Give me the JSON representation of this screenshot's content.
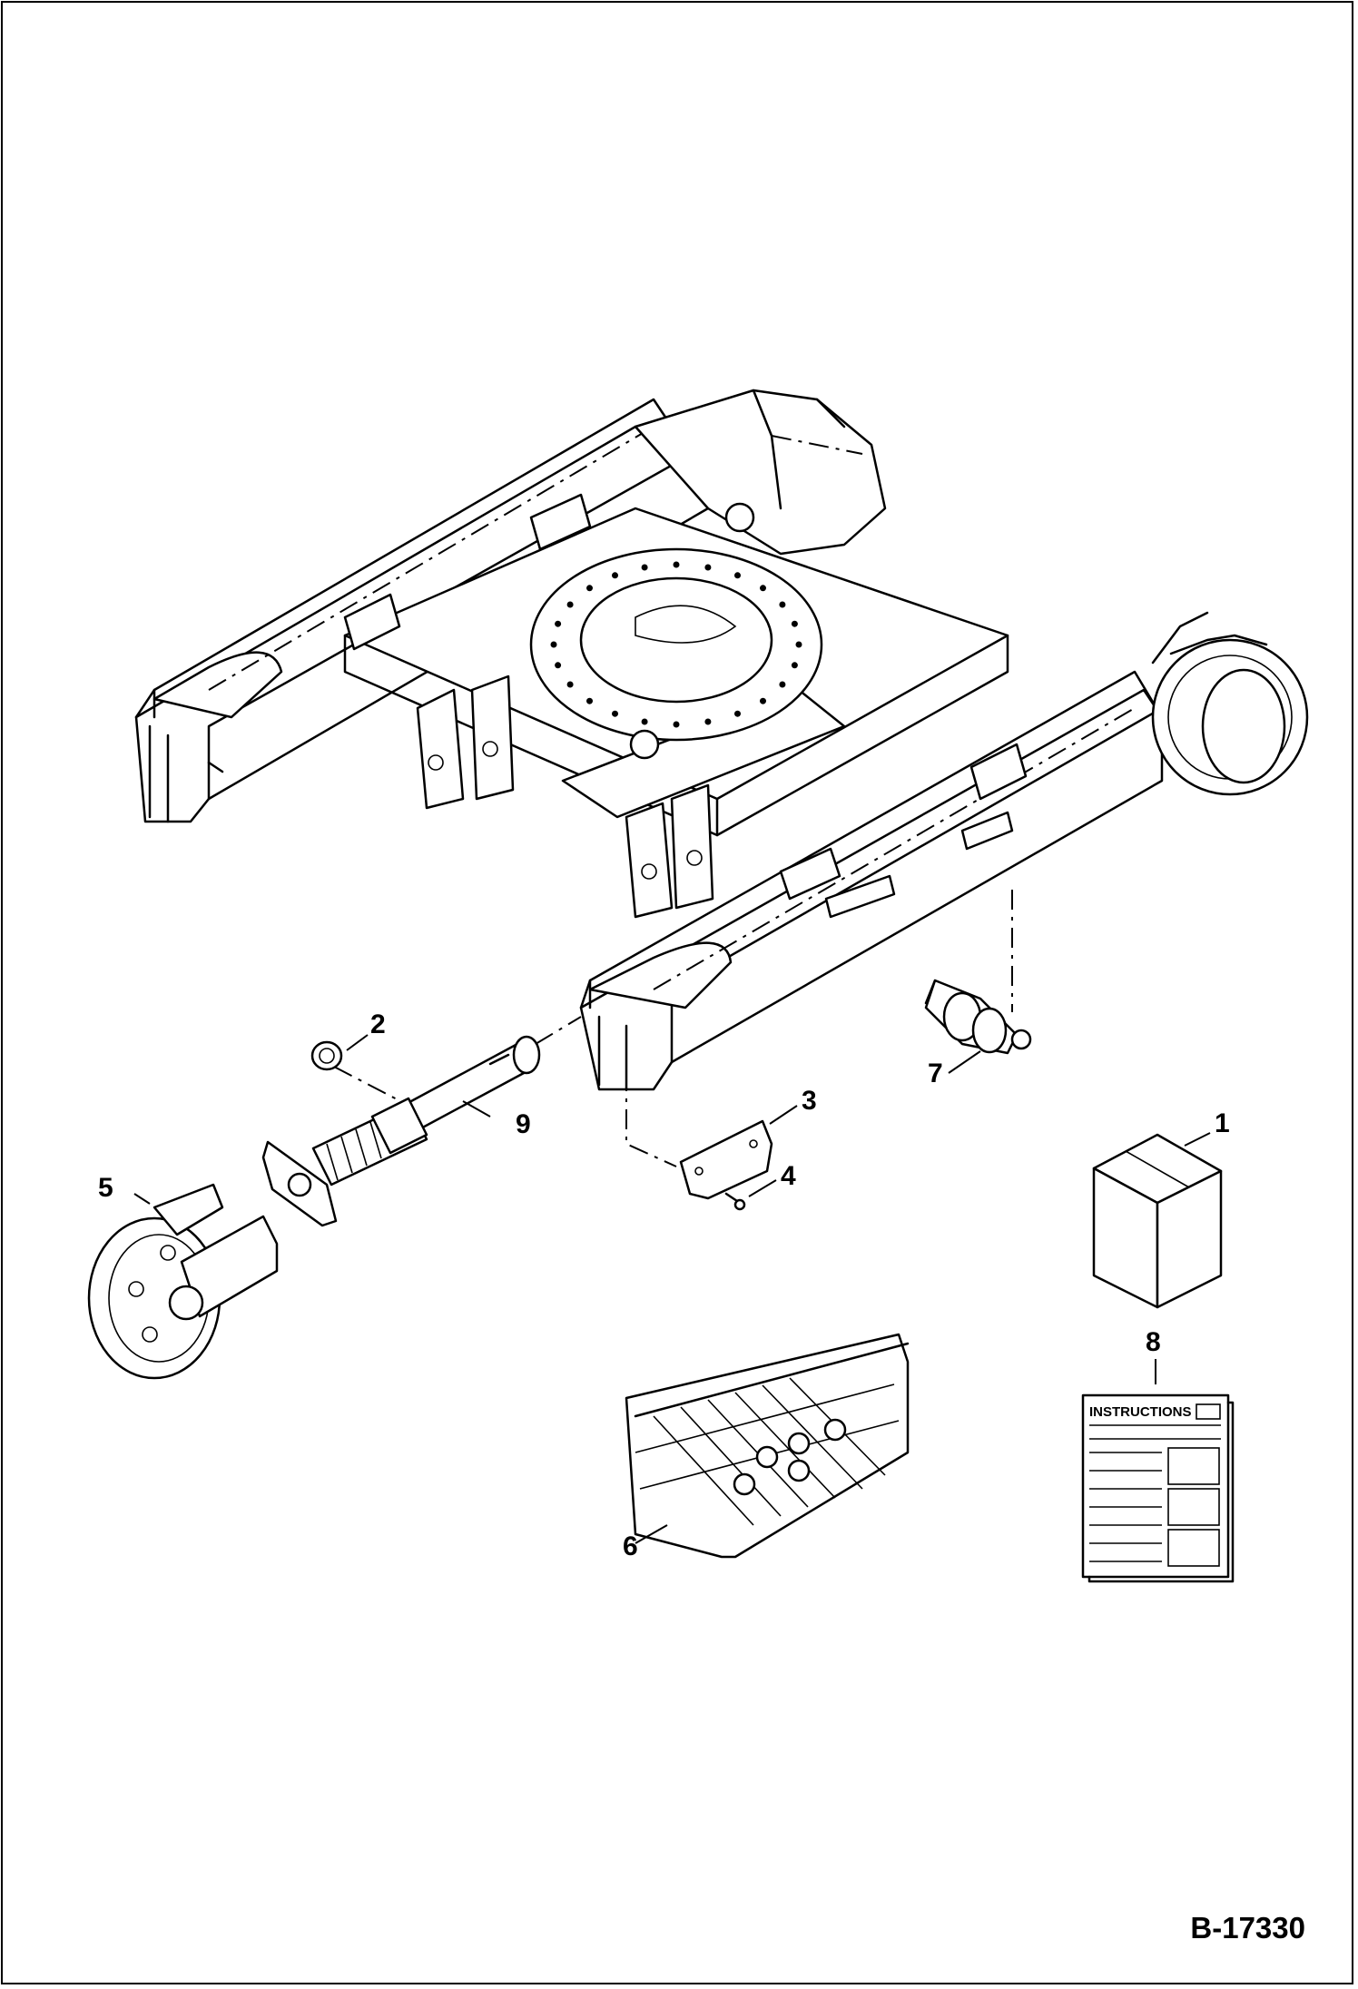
{
  "figure_id": "B-17330",
  "callouts": [
    {
      "id": "c1",
      "label": "1"
    },
    {
      "id": "c2",
      "label": "2"
    },
    {
      "id": "c3",
      "label": "3"
    },
    {
      "id": "c4",
      "label": "4"
    },
    {
      "id": "c5",
      "label": "5"
    },
    {
      "id": "c6",
      "label": "6"
    },
    {
      "id": "c7",
      "label": "7"
    },
    {
      "id": "c8",
      "label": "8"
    },
    {
      "id": "c9",
      "label": "9"
    }
  ],
  "instructions_sheet": {
    "header": "INSTRUCTIONS"
  }
}
